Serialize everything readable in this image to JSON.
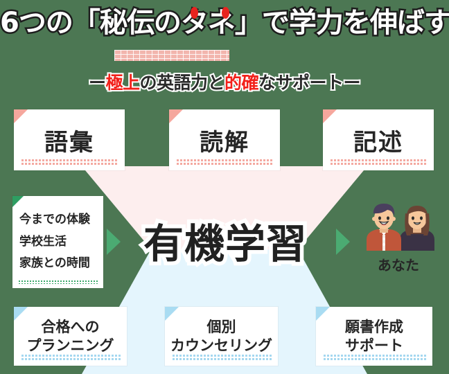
{
  "background_color": "#4C7753",
  "header": {
    "title": "6つの「秘伝のタネ」で学力を伸ばす！",
    "title_emphasis_chars": [
      "タ",
      "ネ"
    ],
    "subtitle_parts": [
      {
        "text": "ー",
        "color": "#2b2b2b"
      },
      {
        "text": "極上",
        "color": "#f2211a"
      },
      {
        "text": "の英語力と",
        "color": "#2b2b2b"
      },
      {
        "text": "的確",
        "color": "#f2211a"
      },
      {
        "text": "なサポートー",
        "color": "#2b2b2b"
      }
    ],
    "underline_color": "#f2b5ad",
    "emphasis_dot_color": "#e8231e"
  },
  "top_cards": [
    {
      "label": "語彙",
      "accent": "#f5a79d"
    },
    {
      "label": "読解",
      "accent": "#f5a79d"
    },
    {
      "label": "記述",
      "accent": "#f5a79d"
    }
  ],
  "bottom_cards": [
    {
      "line1": "合格への",
      "line2": "プランニング",
      "accent": "#a9dcf2"
    },
    {
      "line1": "個別",
      "line2": "カウンセリング",
      "accent": "#a9dcf2"
    },
    {
      "line1": "願書作成",
      "line2": "サポート",
      "accent": "#a9dcf2"
    }
  ],
  "experience_card": {
    "accent": "#2e9e62",
    "lines": [
      "今までの体験",
      "学校生活",
      "家族との時間"
    ]
  },
  "center": {
    "headline": "有機学習",
    "funnel_top_color": "#FDEEEE",
    "funnel_bottom_color": "#E4F5FD"
  },
  "arrows": {
    "color": "#4bab72",
    "left_icon": "triangle-right-icon",
    "right_icon": "triangle-right-icon"
  },
  "people": {
    "label": "あなた",
    "boy": {
      "hair": "#4a3f5e",
      "skin": "#f6c79b",
      "shirt": "#c0563a"
    },
    "girl": {
      "hair": "#6b4434",
      "skin": "#f6c79b",
      "shirt": "#3a3245"
    }
  }
}
